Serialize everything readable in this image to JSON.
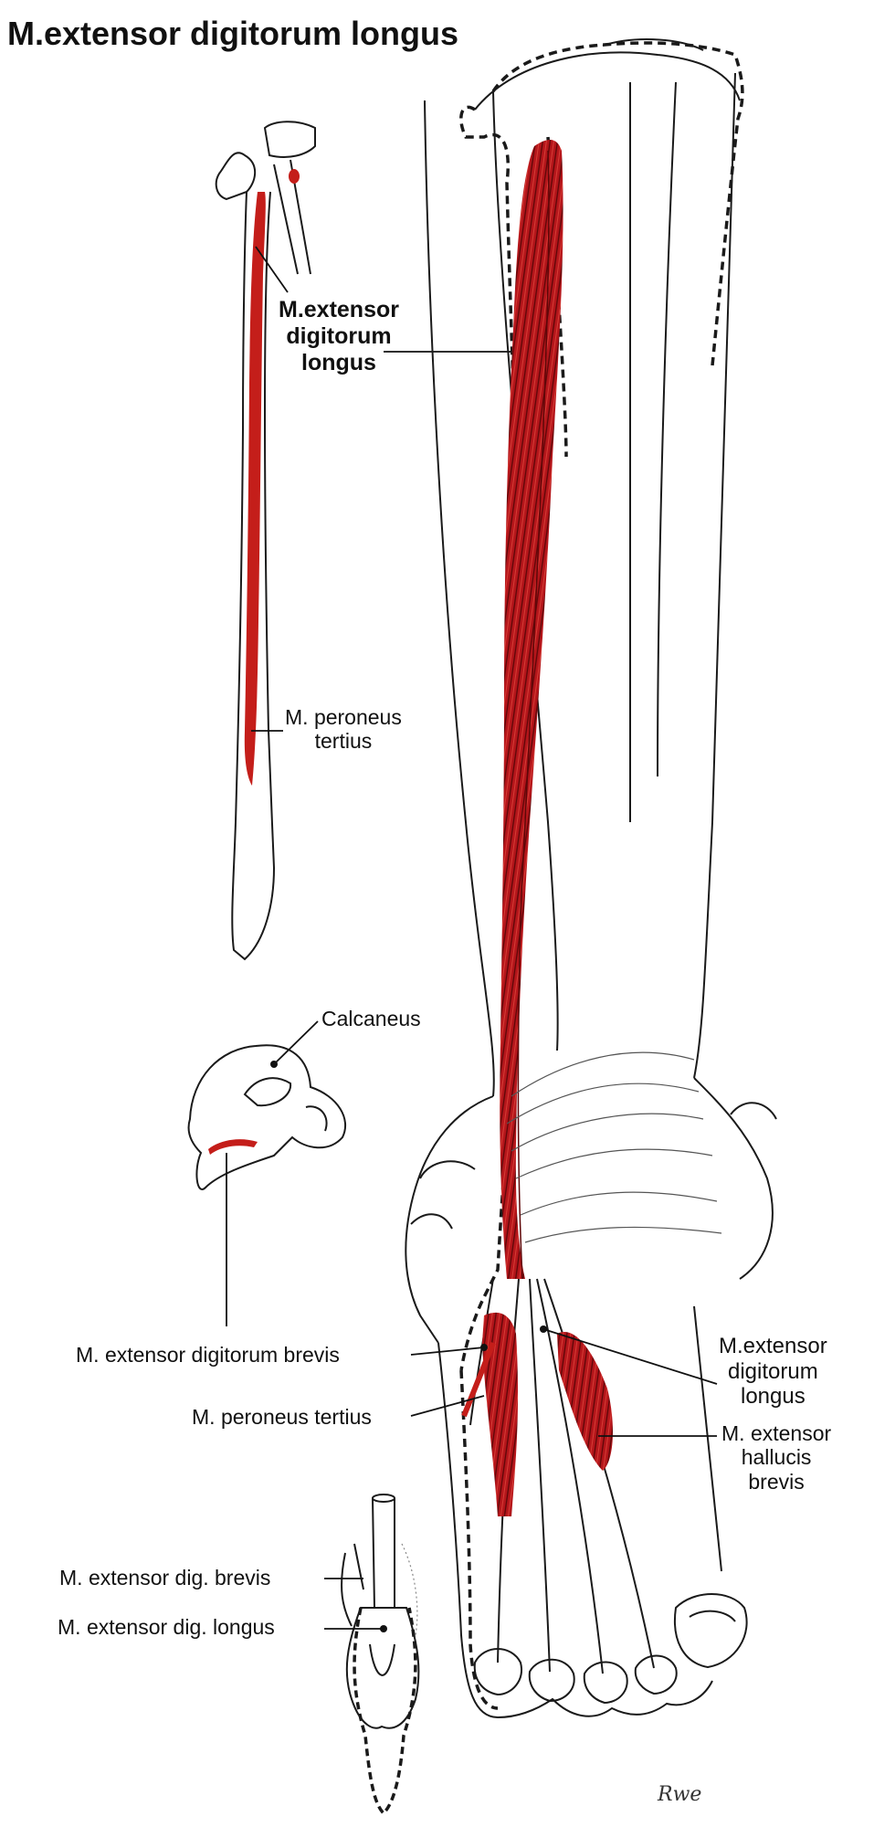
{
  "title": "M.extensor digitorum longus",
  "labels": {
    "edl_upper": [
      "M.extensor",
      "digitorum",
      "longus"
    ],
    "peroneus_upper": [
      "M. peroneus",
      "tertius"
    ],
    "calcaneus": "Calcaneus",
    "edb_main": "M. extensor digitorum brevis",
    "peroneus_lower": "M. peroneus tertius",
    "edl_lower": [
      "M.extensor",
      "digitorum",
      "longus"
    ],
    "ehb": [
      "M. extensor",
      "hallucis",
      "brevis"
    ],
    "edb_small": "M. extensor dig. brevis",
    "edl_small": "M. extensor dig. longus"
  },
  "signature": "Rwe",
  "colors": {
    "muscle": "#b5161b",
    "muscle_light": "#d6332a",
    "line": "#1a1a1a"
  }
}
